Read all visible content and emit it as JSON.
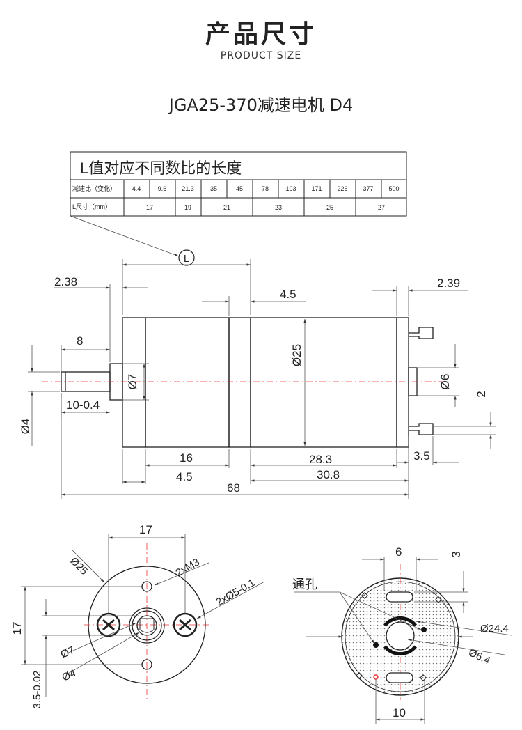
{
  "header": {
    "title": "产品尺寸",
    "subtitle": "PRODUCT SIZE",
    "model": "JGA25-370减速电机 D4"
  },
  "table": {
    "title": "L值对应不同数比的长度",
    "row1_label": "减速比（变化）",
    "ratios": [
      "4.4",
      "9.6",
      "21.3",
      "35",
      "45",
      "78",
      "103",
      "171",
      "226",
      "377",
      "500"
    ],
    "row2_label": "L尺寸（mm）",
    "lengths": [
      "17",
      "19",
      "21",
      "23",
      "25",
      "27"
    ],
    "callout": "L"
  },
  "side_view": {
    "d_2_38": "2.38",
    "d_4_5_top": "4.5",
    "d_2_39": "2.39",
    "d_8": "8",
    "d_phi7": "Ø7",
    "d_phi25": "Ø25",
    "d_phi6": "Ø6",
    "d_2": "2",
    "d_10_04": "10-0.4",
    "d_phi4": "Ø4",
    "d_16": "16",
    "d_4_5_bottom": "4.5",
    "d_28_3": "28.3",
    "d_30_8": "30.8",
    "d_3_5": "3.5",
    "d_68": "68"
  },
  "front_view": {
    "d_17_top": "17",
    "d_phi25": "Ø25",
    "d_2xm3": "2xM3",
    "d_2xphi5": "2xØ5-0.1",
    "d_17_left": "17",
    "d_phi7": "Ø7",
    "d_phi4": "Ø4",
    "d_3_5_002": "3.5-0.02"
  },
  "rear_view": {
    "d_6": "6",
    "d_3": "3",
    "through_hole": "通孔",
    "d_phi24_4": "Ø24.4",
    "d_phi6_4": "Ø6.4",
    "d_10": "10"
  }
}
